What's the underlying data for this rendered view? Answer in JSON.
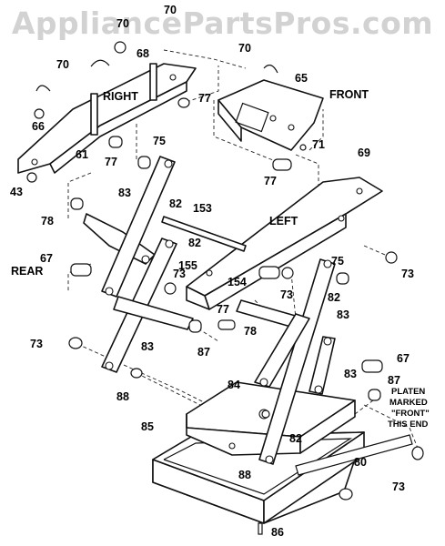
{
  "watermark": "AppliancePartsPros.com",
  "text_labels": {
    "right": "RIGHT",
    "front": "FRONT",
    "left": "LEFT",
    "rear": "REAR",
    "platen_1": "PLATEN",
    "platen_2": "MARKED",
    "platen_3": "\"FRONT\"",
    "platen_4": "THIS END"
  },
  "callouts": {
    "c70a": "70",
    "c70b": "70",
    "c70c": "70",
    "c70d": "70",
    "c68": "68",
    "c65": "65",
    "c66": "66",
    "c77a": "77",
    "c77b": "77",
    "c77c": "77",
    "c77d": "77",
    "c61": "61",
    "c75a": "75",
    "c75b": "75",
    "c71": "71",
    "c43": "43",
    "c69": "69",
    "c83a": "83",
    "c83b": "83",
    "c83c": "83",
    "c83d": "83",
    "c82a": "82",
    "c82b": "82",
    "c82c": "82",
    "c82d": "82",
    "c153": "153",
    "c78a": "78",
    "c78b": "78",
    "c67a": "67",
    "c67b": "67",
    "c155": "155",
    "c73a": "73",
    "c73b": "73",
    "c73c": "73",
    "c73d": "73",
    "c73e": "73",
    "c154": "154",
    "c87a": "87",
    "c87b": "87",
    "c88a": "88",
    "c88b": "88",
    "c84": "84",
    "c85": "85",
    "c80": "80",
    "c86": "86"
  }
}
